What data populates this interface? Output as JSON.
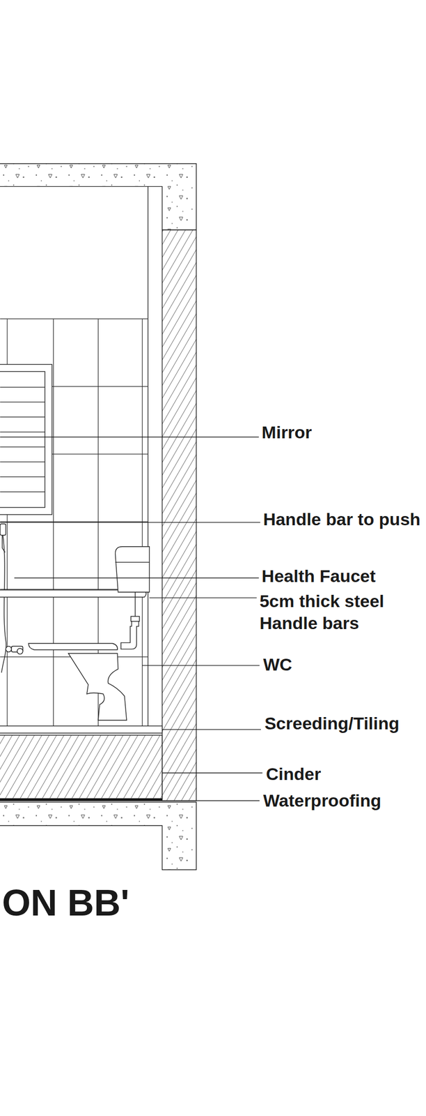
{
  "diagram": {
    "title": "ON BB'",
    "labels": [
      "Mirror",
      "Handle bar to push",
      "Health Faucet",
      "5cm thick steel Handle bars",
      "WC",
      "Screeding/Tiling",
      "Cinder",
      "Waterproofing"
    ]
  }
}
